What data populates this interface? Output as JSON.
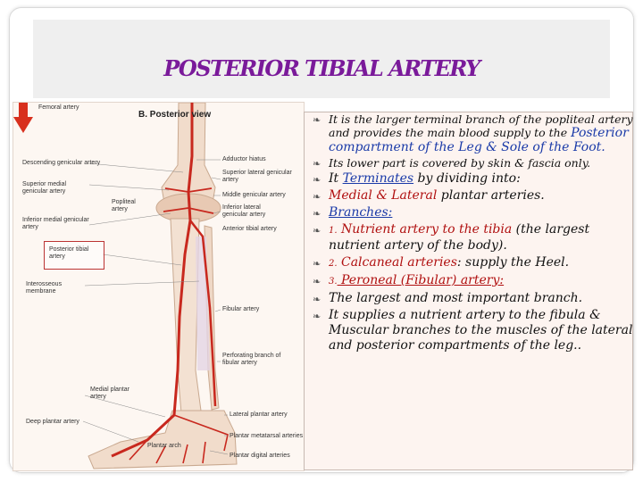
{
  "slide": {
    "title": "POSTERIOR TIBIAL ARTERY"
  },
  "figure": {
    "view_title": "B. Posterior view",
    "labels_left": [
      "Descending genicular artery",
      "Superior medial genicular artery",
      "Inferior medial genicular artery",
      "Posterior tibial artery",
      "Interosseous membrane",
      "Medial plantar artery",
      "Deep plantar artery"
    ],
    "labels_right": [
      "Femoral artery",
      "Adductor hiatus",
      "Superior lateral genicular artery",
      "Middle genicular artery",
      "Popliteal artery",
      "Inferior lateral genicular artery",
      "Anterior tibial artery",
      "Fibular artery",
      "Perforating branch of fibular artery",
      "Lateral plantar artery",
      "Plantar metatarsal arteries",
      "Plantar arch",
      "Plantar digital arteries"
    ]
  },
  "bullets": {
    "b1_pre": "It is the larger terminal branch of the popliteal artery and provides the main blood supply to the ",
    "b1_blue": "Posterior compartment of the Leg & Sole of the Foot.",
    "b2": "Its lower part is covered by skin & fascia only.",
    "b3_pre": "It ",
    "b3_link": "Terminates",
    "b3_post": " by dividing into:",
    "b4_red": "Medial & Lateral",
    "b4_post": " plantar arteries.",
    "b5": "Branches:",
    "b6_num": "1.",
    "b6_red": " Nutrient artery to the tibia",
    "b6_post": " (the largest nutrient artery of the body).",
    "b7_num": "2.",
    "b7_red": " Calcaneal arteries",
    "b7_post": ": supply the Heel.",
    "b8_num": "3.",
    "b8_red": " Peroneal (Fibular) artery:",
    "b9": "The largest and most important branch.",
    "b10": "It supplies a nutrient artery to the fibula & Muscular branches to the muscles of the lateral and posterior compartments of the leg.."
  },
  "colors": {
    "title": "#7a1a9a",
    "accent_red": "#b01010",
    "accent_blue": "#1a3aa8",
    "artery": "#c8281e"
  },
  "icons": {
    "bullet": "ribbon-bullet-icon",
    "arrow": "down-arrow-icon"
  }
}
